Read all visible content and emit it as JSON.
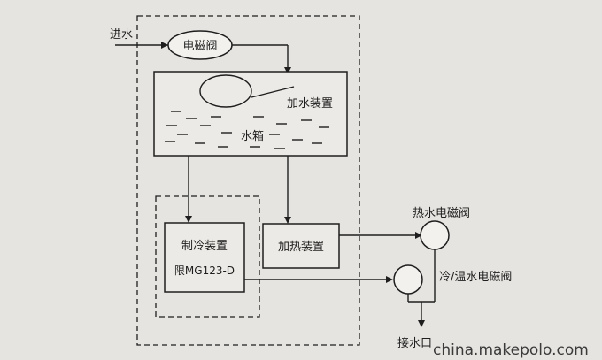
{
  "diagram": {
    "labels": {
      "water_inlet": "进水",
      "inlet_solenoid_valve": "电磁阀",
      "fill_device": "加水装置",
      "water_tank": "水箱",
      "cooling_device": "制冷装置",
      "cooling_model": "限MG123-D",
      "heating_device": "加热装置",
      "hot_water_valve": "热水电磁阀",
      "cold_warm_water_valve": "冷/温水电磁阀",
      "water_outlet": "接水口"
    },
    "watermark": "china.makepolo.com",
    "colors": {
      "line": "#1e1e1e",
      "background": "#e6e4e0"
    }
  }
}
